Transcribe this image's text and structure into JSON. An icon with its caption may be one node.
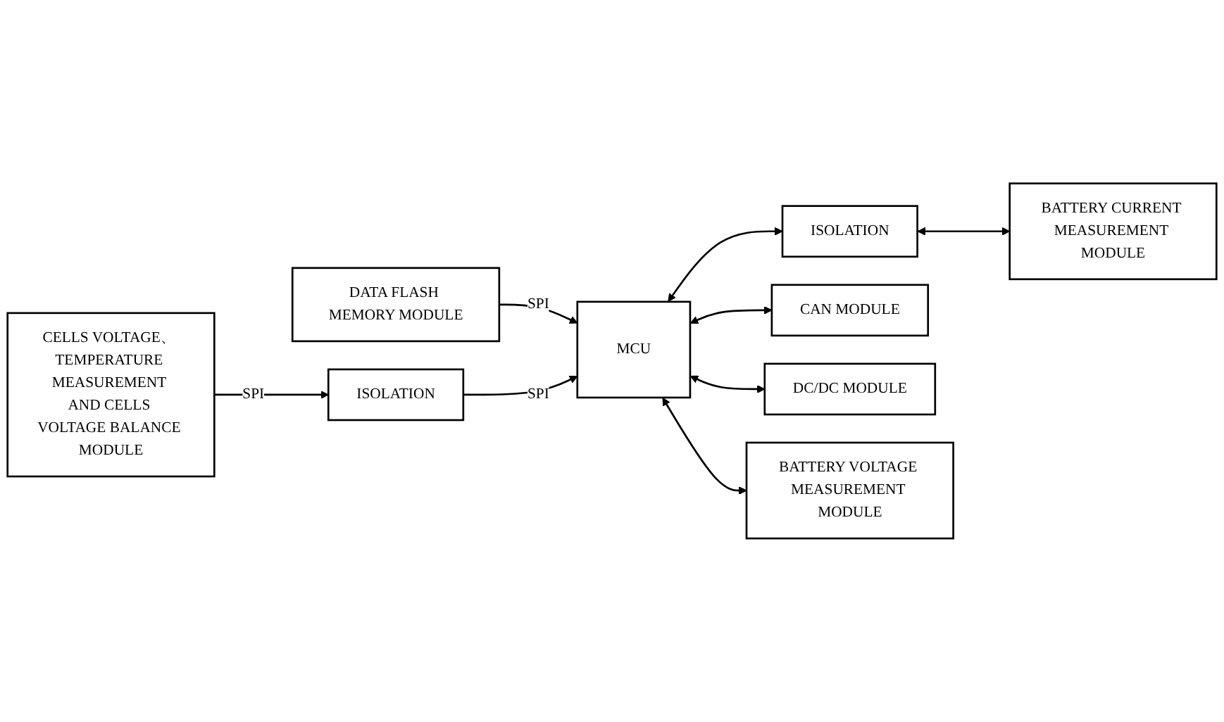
{
  "diagram": {
    "nodes": [
      {
        "text": [
          "DATA FLASH MEMORY MODULE"
        ]
      },
      {
        "text": [
          "CELLS VOLTAGE、 TEMPERATURE MEASUREMENT AND CELLS VOLTAGE BALANCE MODULE"
        ]
      },
      {
        "text": [
          "ISOLATION"
        ]
      },
      {
        "text": [
          "MCU"
        ]
      },
      {
        "text": [
          "ISOLATION"
        ]
      },
      {
        "text": [
          "CAN MODULE"
        ]
      },
      {
        "text": [
          "DC/DC MODULE"
        ]
      },
      {
        "text": [
          "BATTERY VOLTAGE MEASUREMENT MODULE"
        ]
      },
      {
        "text": [
          "BATTERY CURRENT MEASUREMENT MODULE"
        ]
      }
    ],
    "edges": [
      {
        "from": 0,
        "to": 3,
        "arrow": "to",
        "label": "SPI"
      },
      {
        "from": 3,
        "to": 5,
        "arrow": "both"
      },
      {
        "from": 3,
        "to": 6,
        "arrow": "both"
      },
      {
        "from": 3,
        "to": 7,
        "arrow": "both"
      },
      {
        "from": 1,
        "to": 2,
        "arrow": "to",
        "label": "SPI"
      },
      {
        "from": 2,
        "to": 3,
        "arrow": "to",
        "label": "SPI"
      },
      {
        "from": 3,
        "to": 4,
        "arrow": "both"
      },
      {
        "from": 4,
        "to": 8,
        "arrow": "both"
      }
    ]
  }
}
